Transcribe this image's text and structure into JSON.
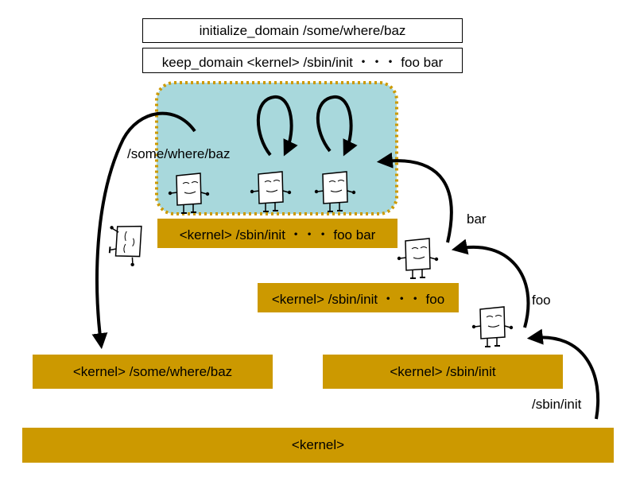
{
  "policy": {
    "initialize_line": "initialize_domain /some/where/baz",
    "keep_line": "keep_domain <kernel> /sbin/init ・・・ foo bar"
  },
  "domains": {
    "kernel": "<kernel>",
    "baz": "<kernel> /some/where/baz",
    "init": "<kernel> /sbin/init",
    "foo": "<kernel> /sbin/init ・・・ foo",
    "bar": "<kernel> /sbin/init ・・・ foo bar"
  },
  "transitions": {
    "sbin_init": "/sbin/init",
    "foo": "foo",
    "bar": "bar",
    "baz": "/some/where/baz"
  },
  "colors": {
    "domain_bar": "#cc9900",
    "keep_region_fill": "#a8d8dc",
    "keep_region_border": "#cc9900",
    "arrow": "#000000"
  }
}
